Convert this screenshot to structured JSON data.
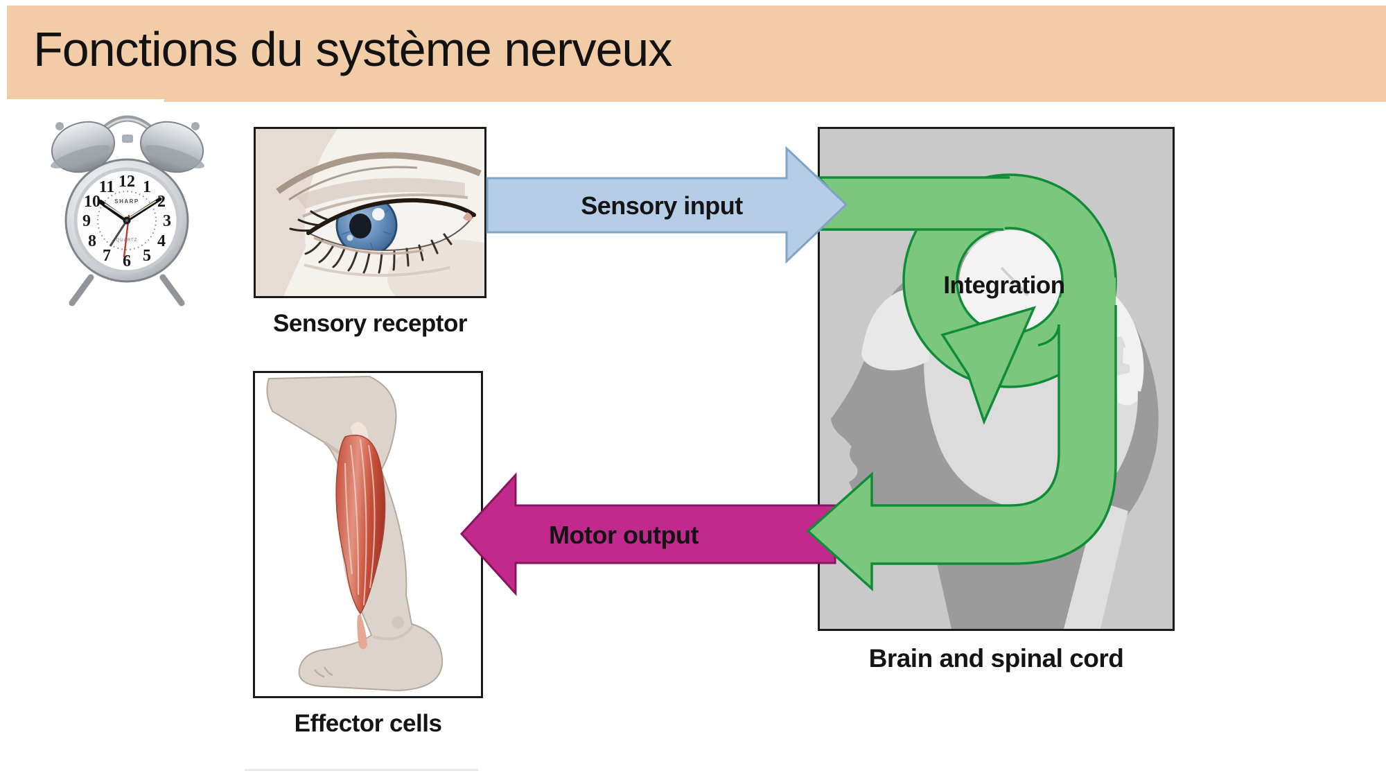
{
  "slide": {
    "title": "Fonctions du système nerveux"
  },
  "labels": {
    "sensory_receptor": "Sensory receptor",
    "sensory_input": "Sensory input",
    "integration": "Integration",
    "brain_spinal_cord": "Brain and spinal cord",
    "motor_output": "Motor output",
    "effector_cells": "Effector cells"
  },
  "clock": {
    "brand": "SHARP",
    "movement": "QUARTZ",
    "numbers": [
      "12",
      "1",
      "2",
      "3",
      "4",
      "5",
      "6",
      "7",
      "8",
      "9",
      "10",
      "11"
    ],
    "time_shown": "10:09"
  },
  "colors": {
    "title_bar": "#F2CBA7",
    "sensory_arrow_fill": "#B5CDE6",
    "sensory_arrow_border": "#7FA3C9",
    "integration_arrow_fill": "#7CC77E",
    "integration_arrow_border": "#108C38",
    "motor_arrow_fill": "#C12A8C",
    "motor_arrow_border": "#88165F",
    "cns_box_bg": "#C9C9C9",
    "head_silhouette": "#9B9B9B",
    "box_border": "#1A1A1A"
  }
}
